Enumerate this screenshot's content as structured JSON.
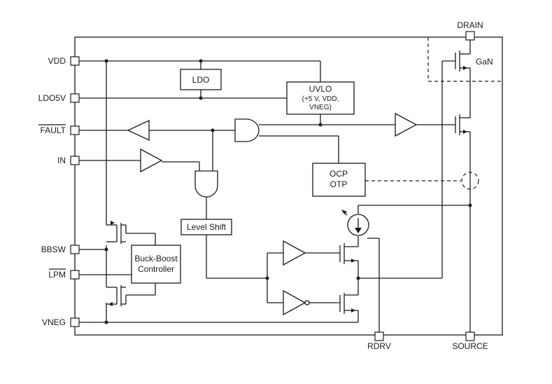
{
  "pins": {
    "vdd": "VDD",
    "ldo5v": "LDO5V",
    "fault": "FAULT",
    "in": "IN",
    "bbsw": "BBSW",
    "lpm": "LPM",
    "vneg": "VNEG",
    "drain": "DRAIN",
    "source": "SOURCE",
    "rdrv": "RDRV"
  },
  "blocks": {
    "ldo": "LDO",
    "uvlo_title": "UVLO",
    "uvlo_line1": "(+5 V, VDD,",
    "uvlo_line2": "VNEG)",
    "ocp": "OCP",
    "otp": "OTP",
    "level_shift": "Level Shift",
    "bb_line1": "Buck-Boost",
    "bb_line2": "Controller",
    "gan": "GaN"
  }
}
